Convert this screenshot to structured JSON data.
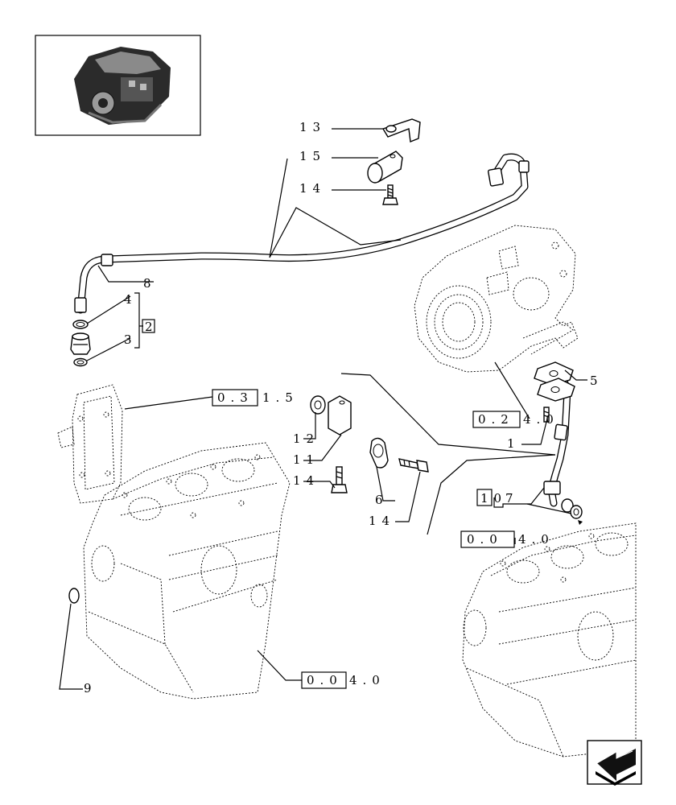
{
  "callouts": {
    "c13": "13",
    "c15": "15",
    "c14a": "14",
    "c8": "8",
    "c4": "4",
    "c2": "2",
    "c3": "3",
    "c5": "5",
    "c12": "12",
    "c11": "11",
    "c14b": "14",
    "c6": "6",
    "c14c": "14",
    "c1": "1",
    "c10": "10",
    "c7": "7",
    "c9": "9"
  },
  "references": {
    "ref_front_cover": {
      "boxed": "0.3",
      "rest": "1.5"
    },
    "ref_turbo": {
      "boxed": "0.2",
      "rest": "4.0"
    },
    "ref_block_right": {
      "boxed": "0.0",
      "rest": "4.0"
    },
    "ref_block_left": {
      "boxed": "0.0",
      "rest": "4.0"
    }
  },
  "icons": {
    "thumbnail": "engine-thumbnail-icon",
    "nav": "next-page-arrow-icon"
  }
}
